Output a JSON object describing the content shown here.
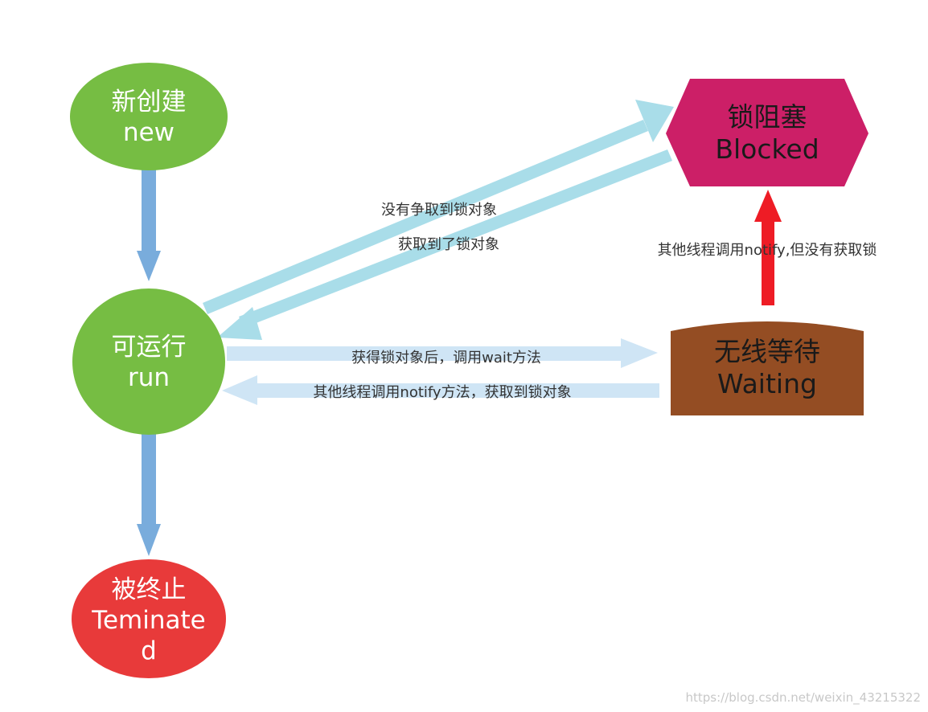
{
  "colors": {
    "green_state": "#76bd43",
    "terminated": "#e83a3a",
    "blocked": "#cc1f67",
    "waiting": "#944d23",
    "arrow_blue": "#79acdc",
    "arrow_cyan": "#a9dde9",
    "arrow_light": "#cfe5f5",
    "arrow_red": "#ee1c25"
  },
  "nodes": {
    "new": {
      "line1": "新创建",
      "line2": "new"
    },
    "runnable": {
      "line1": "可运行",
      "line2": "run"
    },
    "terminated": {
      "line1": "被终止",
      "line2": "Teminate",
      "line3": "d"
    },
    "blocked": {
      "line1": "锁阻塞",
      "line2": "Blocked"
    },
    "waiting": {
      "line1": "无线等待",
      "line2": "Waiting"
    }
  },
  "edges": {
    "run_to_blocked": "没有争取到锁对象",
    "blocked_to_run": "获取到了锁对象",
    "run_to_waiting": "获得锁对象后，调用wait方法",
    "waiting_to_run": "其他线程调用notify方法，获取到锁对象",
    "waiting_to_blocked": "其他线程调用notify,但没有获取锁"
  },
  "watermark": "https://blog.csdn.net/weixin_43215322"
}
